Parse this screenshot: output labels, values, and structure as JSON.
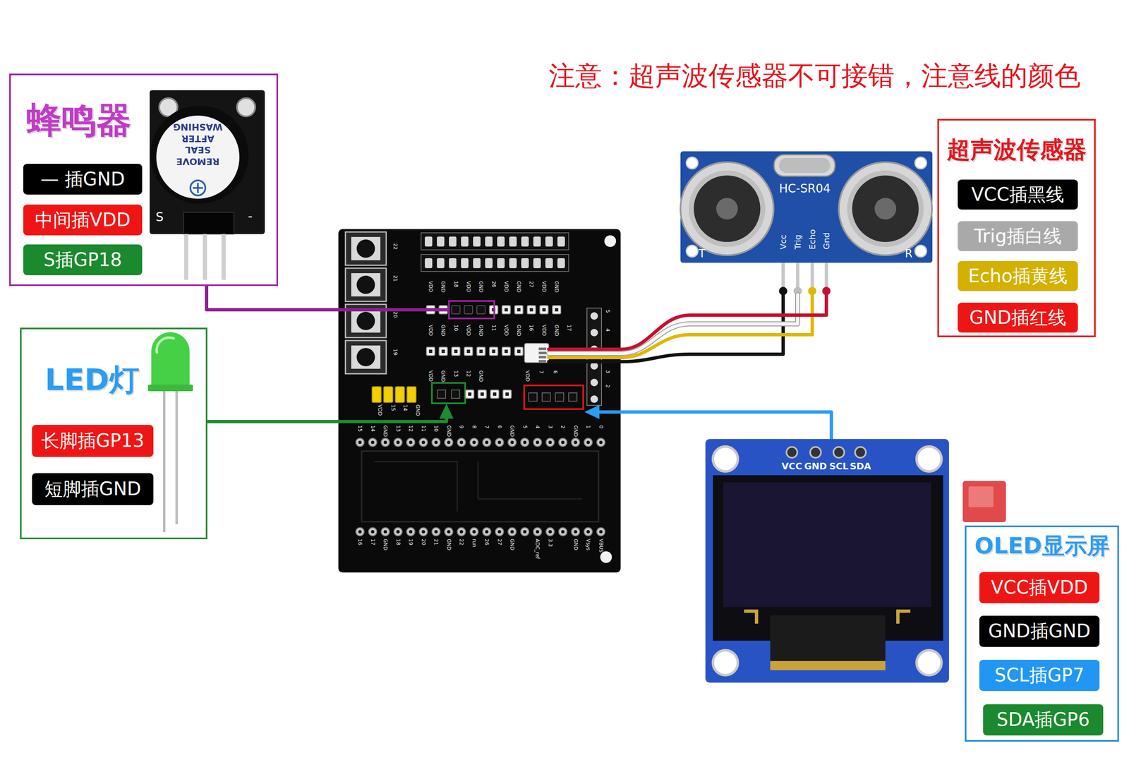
{
  "diagram": {
    "nodes": [
      {
        "text": [
          "蜂鸣器"
        ]
      },
      {
        "text": [
          "— 插GND"
        ],
        "in": 0
      },
      {
        "text": [
          "中间插VDD"
        ],
        "in": 0
      },
      {
        "text": [
          "S插GP18"
        ],
        "in": 0
      },
      {
        "text": [
          "LED灯"
        ]
      },
      {
        "text": [
          "长脚插GP13"
        ],
        "in": 4
      },
      {
        "text": [
          "短脚插GND"
        ],
        "in": 4
      },
      {
        "text": [
          "22",
          "21",
          "20",
          "19",
          "VDD",
          "GND",
          "18",
          "VDD",
          "GND",
          "26",
          "VDD",
          "GND",
          "27",
          "VDD",
          "GND",
          "5",
          "4",
          "3",
          "2",
          "VDD",
          "GND",
          "10",
          "VDD",
          "GND",
          "11",
          "VDD",
          "GND",
          "16",
          "VDD",
          "GND",
          "17",
          "VDD",
          "GND",
          "13",
          "12",
          "GND",
          "VDD",
          "7",
          "6",
          "VDD",
          "15",
          "14",
          "GND",
          "15",
          "14",
          "GND",
          "13",
          "12",
          "11",
          "10",
          "GND",
          "9",
          "8",
          "7",
          "6",
          "GND",
          "5",
          "4",
          "3",
          "2",
          "GND",
          "1",
          "0",
          "16",
          "17",
          "GND",
          "18",
          "19",
          "20",
          "21",
          "GND",
          "22",
          "run",
          "26",
          "27",
          "GND",
          "ADC_ref",
          "3.3",
          "GND",
          "Vsys",
          "VBUS"
        ]
      },
      {
        "text": [
          "HC-SR04",
          "Vcc",
          "Trig",
          "Echo",
          "Gnd",
          "T",
          "R"
        ]
      },
      {
        "text": [
          "超声波传感器"
        ]
      },
      {
        "text": [
          "VCC插黑线"
        ],
        "in": 9
      },
      {
        "text": [
          "Trig插白线"
        ],
        "in": 9
      },
      {
        "text": [
          "Echo插黄线"
        ],
        "in": 9
      },
      {
        "text": [
          "GND插红线"
        ],
        "in": 9
      },
      {
        "text": [
          "VCC",
          "GND",
          "SCL",
          "SDA"
        ]
      },
      {
        "text": [
          "OLED显示屏"
        ]
      },
      {
        "text": [
          "VCC插VDD"
        ],
        "in": 15
      },
      {
        "text": [
          "GND插GND"
        ],
        "in": 15
      },
      {
        "text": [
          "SCL插GP7"
        ],
        "in": 15
      },
      {
        "text": [
          "SDA插GP6"
        ],
        "in": 15
      }
    ],
    "edges": [
      {
        "from": 0,
        "to": 7,
        "arrow": "none"
      },
      {
        "from": 4,
        "to": 7,
        "arrow": "to"
      },
      {
        "from": 14,
        "to": 7,
        "arrow": "to"
      },
      {
        "from": 8,
        "to": 7,
        "arrow": "none"
      },
      {
        "from": 8,
        "to": 7,
        "arrow": "none"
      },
      {
        "from": 8,
        "to": 7,
        "arrow": "none"
      },
      {
        "from": 8,
        "to": 7,
        "arrow": "none"
      }
    ],
    "labels": [
      "注意：超声波传感器不可接错，注意线的颜色",
      "WASHING",
      "AFTER",
      "SEAL",
      "REMOVE",
      "S",
      "-"
    ]
  }
}
